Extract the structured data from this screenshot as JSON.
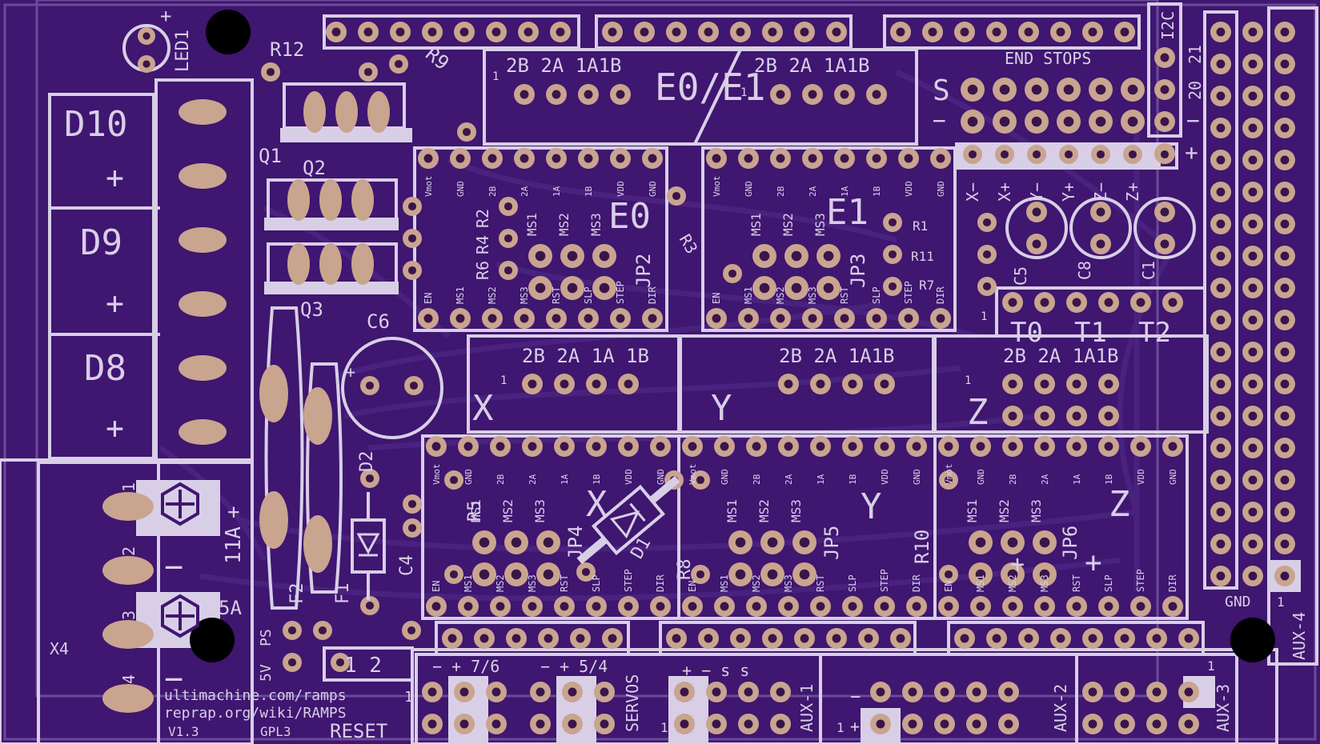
{
  "colors": {
    "board": "#3f1670",
    "trace": "#4a2179",
    "silk": "#d8cfe6",
    "pad": "#c9a48f",
    "hole": "#3a1548"
  },
  "labels": {
    "d10": "D10",
    "d9": "D9",
    "d8": "D8",
    "plus": "+",
    "minus": "−",
    "led1": "LED1",
    "r12": "R12",
    "r9": "R9",
    "r3": "R3",
    "q1": "Q1",
    "q2": "Q2",
    "q3": "Q3",
    "c6": "C6",
    "c4": "C4",
    "c5": "C5",
    "c8": "C8",
    "c1": "C1",
    "f1": "F1",
    "f2": "F2",
    "d1": "D1",
    "d2": "D2",
    "r1": "R1",
    "r11": "R11",
    "r7": "R7",
    "r2": "R2",
    "r4": "R4",
    "r6": "R6",
    "r5": "R5",
    "r8": "R8",
    "r10": "R10",
    "e0e1": "E0/E1",
    "e0": "E0",
    "e1": "E1",
    "x": "X",
    "y": "Y",
    "z": "Z",
    "jp2": "JP2",
    "jp3": "JP3",
    "jp4": "JP4",
    "jp5": "JP5",
    "jp6": "JP6",
    "coil_e0": "2B 2A 1A1B",
    "coil_e1": "2B 2A 1A1B",
    "coil_x": "2B 2A 1A 1B",
    "coil_y": "2B 2A 1A1B",
    "coil_z": "2B 2A 1A1B",
    "one": "1",
    "two": "2",
    "three": "3",
    "four": "4",
    "endstops": "END STOPS",
    "s": "S",
    "i2c": "I2C",
    "n20": "20",
    "n21": "21",
    "xm": "X−",
    "xp": "X+",
    "ym": "Y−",
    "yp": "Y+",
    "zm": "Z−",
    "zp": "Z+",
    "t0": "T0",
    "t1": "T1",
    "t2": "T2",
    "amp11": "11A",
    "amp5": "5A",
    "x4": "X4",
    "ps": "PS",
    "v5": "5V",
    "one_two": "1 2",
    "url1": "ultimachine.com/ramps",
    "url2": "reprap.org/wiki/RAMPS",
    "ver": "V1.3",
    "gpl": "GPL3",
    "reset": "RESET",
    "pm76": "− + 7/6",
    "pm54": "− + 5/4",
    "servos": "SERVOS",
    "pmss": "+ − s s",
    "aux1": "AUX-1",
    "aux2": "AUX-2",
    "aux3": "AUX-3",
    "aux4": "AUX-4",
    "gnd": "GND",
    "ms1": "MS1",
    "ms2": "MS2",
    "ms3": "MS3",
    "drv_top": [
      "Vmot",
      "GND",
      "2B",
      "2A",
      "1A",
      "1B",
      "VDD",
      "GND"
    ],
    "drv_bot": [
      "EN",
      "MS1",
      "MS2",
      "MS3",
      "RST",
      "SLP",
      "STEP",
      "DIR"
    ]
  }
}
